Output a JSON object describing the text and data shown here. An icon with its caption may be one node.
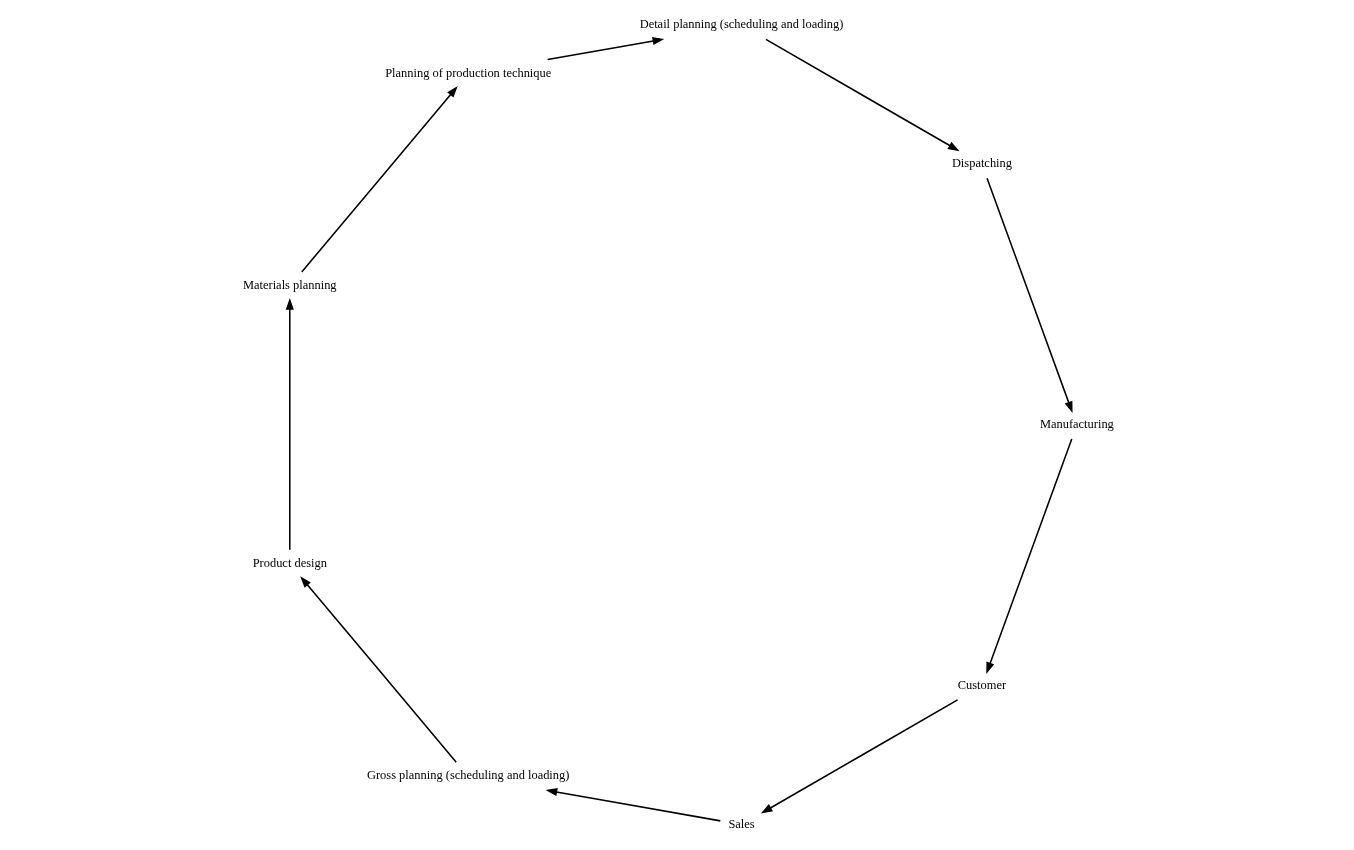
{
  "diagram": {
    "nodes": [
      {
        "text": [
          "Customer"
        ]
      },
      {
        "text": [
          "Sales"
        ]
      },
      {
        "text": [
          "Gross planning (scheduling and loading)"
        ]
      },
      {
        "text": [
          "Product design"
        ]
      },
      {
        "text": [
          "Materials planning"
        ]
      },
      {
        "text": [
          "Planning of production technique"
        ]
      },
      {
        "text": [
          "Detail planning (scheduling and loading)"
        ]
      },
      {
        "text": [
          "Dispatching"
        ]
      },
      {
        "text": [
          "Manufacturing"
        ]
      }
    ],
    "edges": [
      {
        "from": 0,
        "to": 1,
        "arrow": "to"
      },
      {
        "from": 1,
        "to": 2,
        "arrow": "to"
      },
      {
        "from": 2,
        "to": 3,
        "arrow": "to"
      },
      {
        "from": 3,
        "to": 4,
        "arrow": "to"
      },
      {
        "from": 4,
        "to": 5,
        "arrow": "to"
      },
      {
        "from": 5,
        "to": 6,
        "arrow": "to"
      },
      {
        "from": 6,
        "to": 7,
        "arrow": "to"
      },
      {
        "from": 7,
        "to": 8,
        "arrow": "to"
      },
      {
        "from": 8,
        "to": 0,
        "arrow": "to"
      }
    ]
  }
}
